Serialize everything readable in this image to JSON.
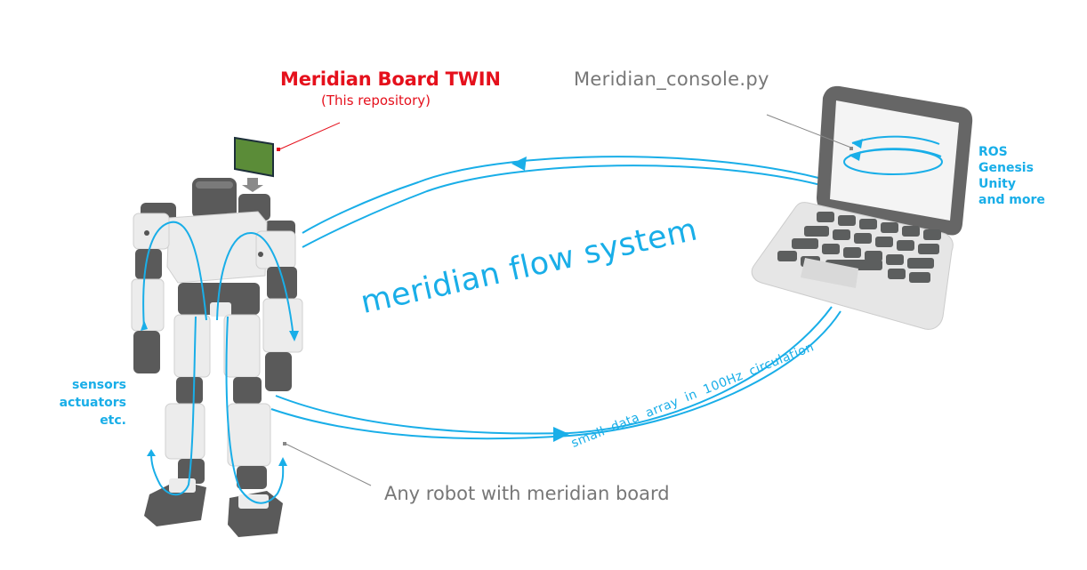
{
  "labels": {
    "board_title": "Meridian Board TWIN",
    "board_subtitle": "(This repository)",
    "console": "Meridian_console.py",
    "tools": [
      "ROS",
      "Genesis",
      "Unity",
      "and more"
    ],
    "sensors": [
      "sensors",
      "actuators",
      "etc."
    ],
    "flow_system": "meridian flow system",
    "data_array": "small data array in 100Hz circulation",
    "any_robot": "Any robot with meridian board"
  },
  "colors": {
    "accent_blue": "#19aee8",
    "red": "#e5101c",
    "gray_text": "#777777",
    "board_green": "#5b8c38",
    "robot_dark": "#5a5a5a",
    "robot_light": "#ececec",
    "laptop_body": "#e6e6e6",
    "laptop_frame": "#666666"
  },
  "icons": {
    "robot": "humanoid-robot-illustration",
    "laptop": "laptop-illustration",
    "board": "meridian-board-icon"
  }
}
